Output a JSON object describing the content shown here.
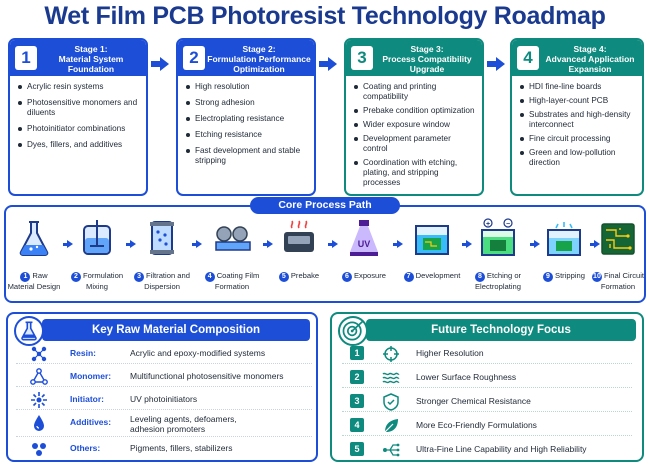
{
  "title": "Wet Film PCB Photoresist Technology Roadmap",
  "stages": [
    {
      "num": "1",
      "label": "Stage 1:",
      "name": "Material System Foundation",
      "color": "#1d4ed8",
      "items": [
        "Acrylic resin systems",
        "Photosensitive monomers and diluents",
        "Photoinitiator combinations",
        "Dyes, fillers, and additives"
      ]
    },
    {
      "num": "2",
      "label": "Stage 2:",
      "name": "Formulation Performance Optimization",
      "color": "#1d4ed8",
      "items": [
        "High resolution",
        "Strong adhesion",
        "Electroplating resistance",
        "Etching resistance",
        "Fast development and stable stripping"
      ]
    },
    {
      "num": "3",
      "label": "Stage 3:",
      "name": "Process Compatibility Upgrade",
      "color": "#0f8a7e",
      "items": [
        "Coating and printing compatibility",
        "Prebake condition optimization",
        "Wider exposure window",
        "Development parameter control",
        "Coordination with etching, plating, and stripping processes"
      ]
    },
    {
      "num": "4",
      "label": "Stage 4:",
      "name": "Advanced Application Expansion",
      "color": "#0f8a7e",
      "items": [
        "HDI fine-line boards",
        "High-layer-count PCB",
        "Substrates and high-density interconnect",
        "Fine circuit processing",
        "Green and low-pollution direction"
      ]
    }
  ],
  "process": {
    "title": "Core Process Path",
    "steps": [
      {
        "num": "1",
        "label": "Raw Material Design",
        "icon": "flask-icon"
      },
      {
        "num": "2",
        "label": "Formulation Mixing",
        "icon": "mixer-tank-icon"
      },
      {
        "num": "3",
        "label": "Filtration and Dispersion",
        "icon": "filter-cylinder-icon"
      },
      {
        "num": "4",
        "label": "Coating Film Formation",
        "icon": "coating-roller-icon"
      },
      {
        "num": "5",
        "label": "Prebake",
        "icon": "oven-icon"
      },
      {
        "num": "6",
        "label": "Exposure",
        "icon": "uv-lamp-icon",
        "icon_text": "UV"
      },
      {
        "num": "7",
        "label": "Development",
        "icon": "development-bath-icon"
      },
      {
        "num": "8",
        "label": "Etching or Electroplating",
        "icon": "plating-bath-icon"
      },
      {
        "num": "9",
        "label": "Stripping",
        "icon": "stripping-bath-icon"
      },
      {
        "num": "10",
        "label": "Final Circuit Formation",
        "icon": "circuit-board-icon"
      }
    ]
  },
  "composition": {
    "title": "Key Raw Material Composition",
    "rows": [
      {
        "key": "Resin:",
        "value": "Acrylic and epoxy-modified systems",
        "icon": "molecule-icon"
      },
      {
        "key": "Monomer:",
        "value": "Multifunctional photosensitive monomers",
        "icon": "network-icon"
      },
      {
        "key": "Initiator:",
        "value": "UV photoinitiators",
        "icon": "spark-icon"
      },
      {
        "key": "Additives:",
        "value": "Leveling agents, defoamers, adhesion promoters",
        "icon": "drop-icon"
      },
      {
        "key": "Others:",
        "value": "Pigments, fillers, stabilizers",
        "icon": "dots-cluster-icon"
      }
    ]
  },
  "future": {
    "title": "Future Technology Focus",
    "rows": [
      {
        "num": "1",
        "text": "Higher Resolution",
        "icon": "crosshair-icon"
      },
      {
        "num": "2",
        "text": "Lower Surface Roughness",
        "icon": "waves-icon"
      },
      {
        "num": "3",
        "text": "Stronger Chemical Resistance",
        "icon": "shield-icon"
      },
      {
        "num": "4",
        "text": "More Eco-Friendly Formulations",
        "icon": "leaf-icon"
      },
      {
        "num": "5",
        "text": "Ultra-Fine Line Capability and High Reliability",
        "icon": "circuit-lines-icon"
      }
    ]
  },
  "colors": {
    "blue": "#1d4ed8",
    "teal": "#0f8a7e",
    "title": "#1a3a8f"
  }
}
